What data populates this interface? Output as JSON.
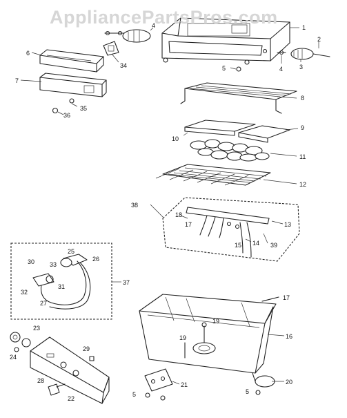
{
  "watermark": "AppliancePartsPros.com",
  "labels": [
    "1",
    "2",
    "3",
    "4",
    "4",
    "5",
    "6",
    "7",
    "8",
    "9",
    "10",
    "11",
    "12",
    "13",
    "14",
    "15",
    "16",
    "17",
    "17",
    "18",
    "19",
    "19",
    "20",
    "21",
    "22",
    "23",
    "24",
    "25",
    "26",
    "27",
    "28",
    "29",
    "30",
    "31",
    "32",
    "33",
    "34",
    "35",
    "36",
    "37",
    "38",
    "39",
    "5",
    "5"
  ]
}
